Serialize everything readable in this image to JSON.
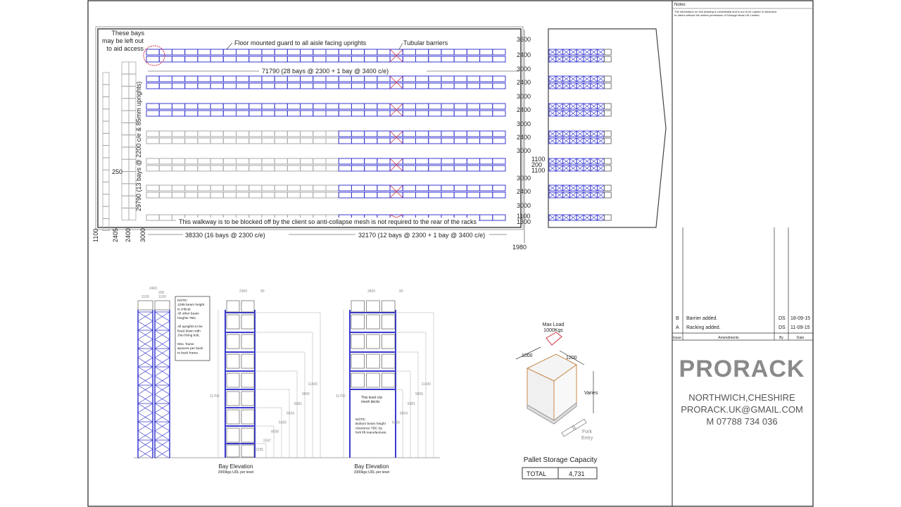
{
  "plan": {
    "note_bays": [
      "These bays",
      "may be left out",
      "to aid access"
    ],
    "note_guard": "Floor mounted guard to all aisle facing uprights",
    "note_barriers": "Tubular barriers",
    "dim_top": "71790 (28 bays @ 2300 + 1 bay @ 3400 c/e)",
    "walkway_note": "This walkway is to be blocked off by the client so anti-collapse mesh is not required to the rear of the racks",
    "dim_bottom_left": "38330 (16 bays @ 2300 c/e)",
    "dim_bottom_right": "32170 (12 bays @ 2300 + 1 bay @ 3400 c/e)",
    "dim_left_vertical": "29790 (13 bays @ 2200 c/e & 85mm uprights)",
    "dim_250": "250",
    "dims_left_bottom": [
      "1100",
      "2405",
      "2400",
      "3000"
    ],
    "dims_right": [
      "3600",
      "2400",
      "3000",
      "2400",
      "3000",
      "2400",
      "3000",
      "2400",
      "3000",
      "1100",
      "200",
      "1100",
      "3000",
      "2400",
      "3000",
      "1100",
      "1300"
    ],
    "dim_1980": "1980"
  },
  "elevations": {
    "frame": {
      "dim_top": "2400",
      "dim_200": "200",
      "dim_1100a": "1100",
      "dim_1100b": "1100"
    },
    "note1": [
      "NOTE:",
      "1295 beam height",
      "is critical.",
      "All other beam",
      "heights TBC.",
      "",
      "All uprights to be",
      "fixed down with",
      "1No fixing bolt.",
      "",
      "6No. frame",
      "spacers per back",
      "to back frame."
    ],
    "bay1": {
      "width": "2300",
      "gap": "90",
      "height": "11700",
      "levels": [
        "1295",
        "2597",
        "4038",
        "5436",
        "6934",
        "8381",
        "9906",
        "11430"
      ],
      "title": "Bay Elevation",
      "subtitle": "2000kgs UDL per level"
    },
    "bay2": {
      "width": "3400",
      "gap": "90",
      "height": "11700",
      "levels": [
        "5436",
        "6934",
        "8381",
        "9906",
        "11430"
      ],
      "title": "Bay Elevation",
      "subtitle": "3300kgs UDL per level",
      "mesh_note": [
        "This level c/w",
        "mesh decks"
      ],
      "note": [
        "NOTE:",
        "Bottom beam height",
        "clearance TBC by",
        "fork lift manufacturer."
      ]
    }
  },
  "pallet": {
    "max_load": [
      "Max Load",
      "1000Kgs"
    ],
    "dim_depth": "1000",
    "dim_width": "1200",
    "height_label": "Varies",
    "fork_entry": [
      "Fork",
      "Entry"
    ],
    "capacity_title": "Pallet Storage Capacity",
    "total_label": "TOTAL",
    "total_value": "4,731"
  },
  "title_block": {
    "notes_heading": "Notes",
    "notes_text": [
      "The information on this drawing is confidential and is not to be copied or disclosed",
      "to others without the written permission of Storage Ideas UK Limited."
    ],
    "amendments": [
      {
        "issue": "B",
        "text": "Barrier added.",
        "by": "DS",
        "date": "18-09-15"
      },
      {
        "issue": "A",
        "text": "Racking added.",
        "by": "DS",
        "date": "11-09-15"
      }
    ],
    "headers": {
      "issue": "Issue",
      "amendments": "Amendments",
      "by": "By",
      "date": "Date"
    },
    "logo": "PRORACK",
    "location": "NORTHWICH,CHESHIRE",
    "email": "PRORACK.UK@GMAIL.COM",
    "phone": "M 07788 734 036"
  },
  "colors": {
    "blue": "#3a3ad0",
    "grey": "#a8a8a8",
    "red": "#d03040",
    "brand": "#8a8a8a"
  }
}
